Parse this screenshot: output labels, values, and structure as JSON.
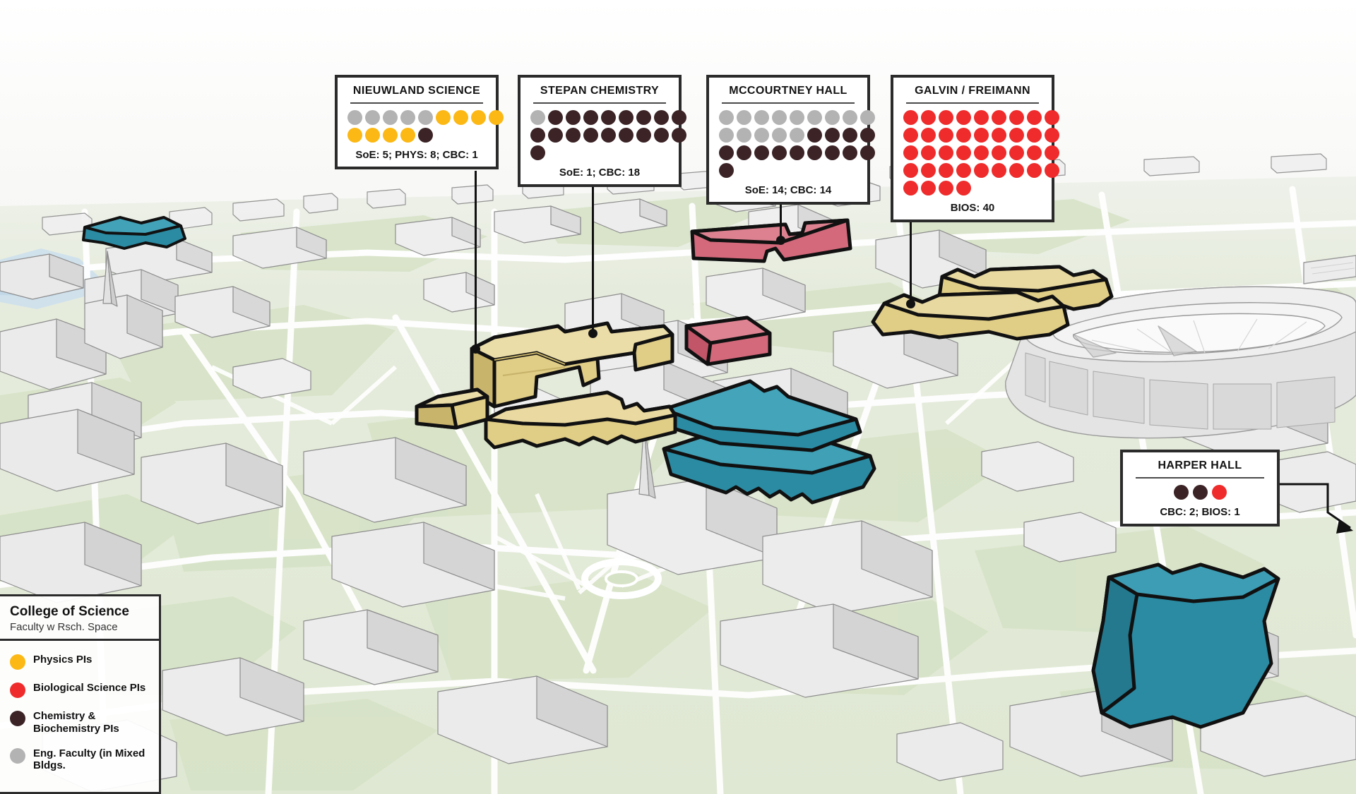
{
  "legend": {
    "title": "College of Science",
    "subtitle": "Faculty w Rsch. Space",
    "items": [
      {
        "label": "Physics PIs",
        "color": "#fcb814"
      },
      {
        "label": "Biological Science PIs",
        "color": "#ef2b2b"
      },
      {
        "label": "Chemistry & Biochemistry PIs",
        "color": "#3b2326"
      },
      {
        "label": "Eng. Faculty (in Mixed Bldgs.",
        "color": "#b3b3b3"
      }
    ]
  },
  "colors": {
    "physics": "#fcb814",
    "biology": "#ef2b2b",
    "chemistry": "#3b2326",
    "engineering": "#b3b3b3",
    "building_gold": "#e0cd86",
    "building_teal": "#2a8ba3",
    "building_rose": "#d4697b",
    "card_border": "#2b2b2b",
    "ground_green": "#dfe8d5",
    "ground_gray": "#f2f2f2"
  },
  "callouts": [
    {
      "id": "nieuwland-science",
      "title": "NIEUWLAND SCIENCE",
      "caption": "SoE: 5; PHYS: 8; CBC: 1",
      "per_row": 9,
      "dot_size": 21,
      "dot_gap": 4,
      "dots": [
        "eng",
        "eng",
        "eng",
        "eng",
        "eng",
        "phys",
        "phys",
        "phys",
        "phys",
        "phys",
        "phys",
        "phys",
        "phys",
        "chem"
      ]
    },
    {
      "id": "stepan-chemistry",
      "title": "STEPAN CHEMISTRY",
      "caption": "SoE: 1; CBC: 18",
      "per_row": 9,
      "dot_size": 21,
      "dot_gap": 4,
      "dots": [
        "eng",
        "chem",
        "chem",
        "chem",
        "chem",
        "chem",
        "chem",
        "chem",
        "chem",
        "chem",
        "chem",
        "chem",
        "chem",
        "chem",
        "chem",
        "chem",
        "chem",
        "chem",
        "chem"
      ]
    },
    {
      "id": "mccourtney-hall",
      "title": "MCCOURTNEY HALL",
      "caption": "SoE: 14; CBC: 14",
      "per_row": 9,
      "dot_size": 21,
      "dot_gap": 4,
      "dots": [
        "eng",
        "eng",
        "eng",
        "eng",
        "eng",
        "eng",
        "eng",
        "eng",
        "eng",
        "eng",
        "eng",
        "eng",
        "eng",
        "eng",
        "chem",
        "chem",
        "chem",
        "chem",
        "chem",
        "chem",
        "chem",
        "chem",
        "chem",
        "chem",
        "chem",
        "chem",
        "chem",
        "chem"
      ]
    },
    {
      "id": "galvin-freimann",
      "title": "GALVIN / FREIMANN",
      "caption": "BIOS: 40",
      "per_row": 9,
      "dot_size": 21,
      "dot_gap": 4,
      "dots": [
        "bio",
        "bio",
        "bio",
        "bio",
        "bio",
        "bio",
        "bio",
        "bio",
        "bio",
        "bio",
        "bio",
        "bio",
        "bio",
        "bio",
        "bio",
        "bio",
        "bio",
        "bio",
        "bio",
        "bio",
        "bio",
        "bio",
        "bio",
        "bio",
        "bio",
        "bio",
        "bio",
        "bio",
        "bio",
        "bio",
        "bio",
        "bio",
        "bio",
        "bio",
        "bio",
        "bio",
        "bio",
        "bio",
        "bio",
        "bio"
      ]
    },
    {
      "id": "harper-hall",
      "title": "HARPER HALL",
      "caption": "CBC: 2; BIOS: 1",
      "per_row": 3,
      "dot_size": 21,
      "dot_gap": 6,
      "centered": true,
      "dots": [
        "chem",
        "chem",
        "bio"
      ]
    }
  ]
}
